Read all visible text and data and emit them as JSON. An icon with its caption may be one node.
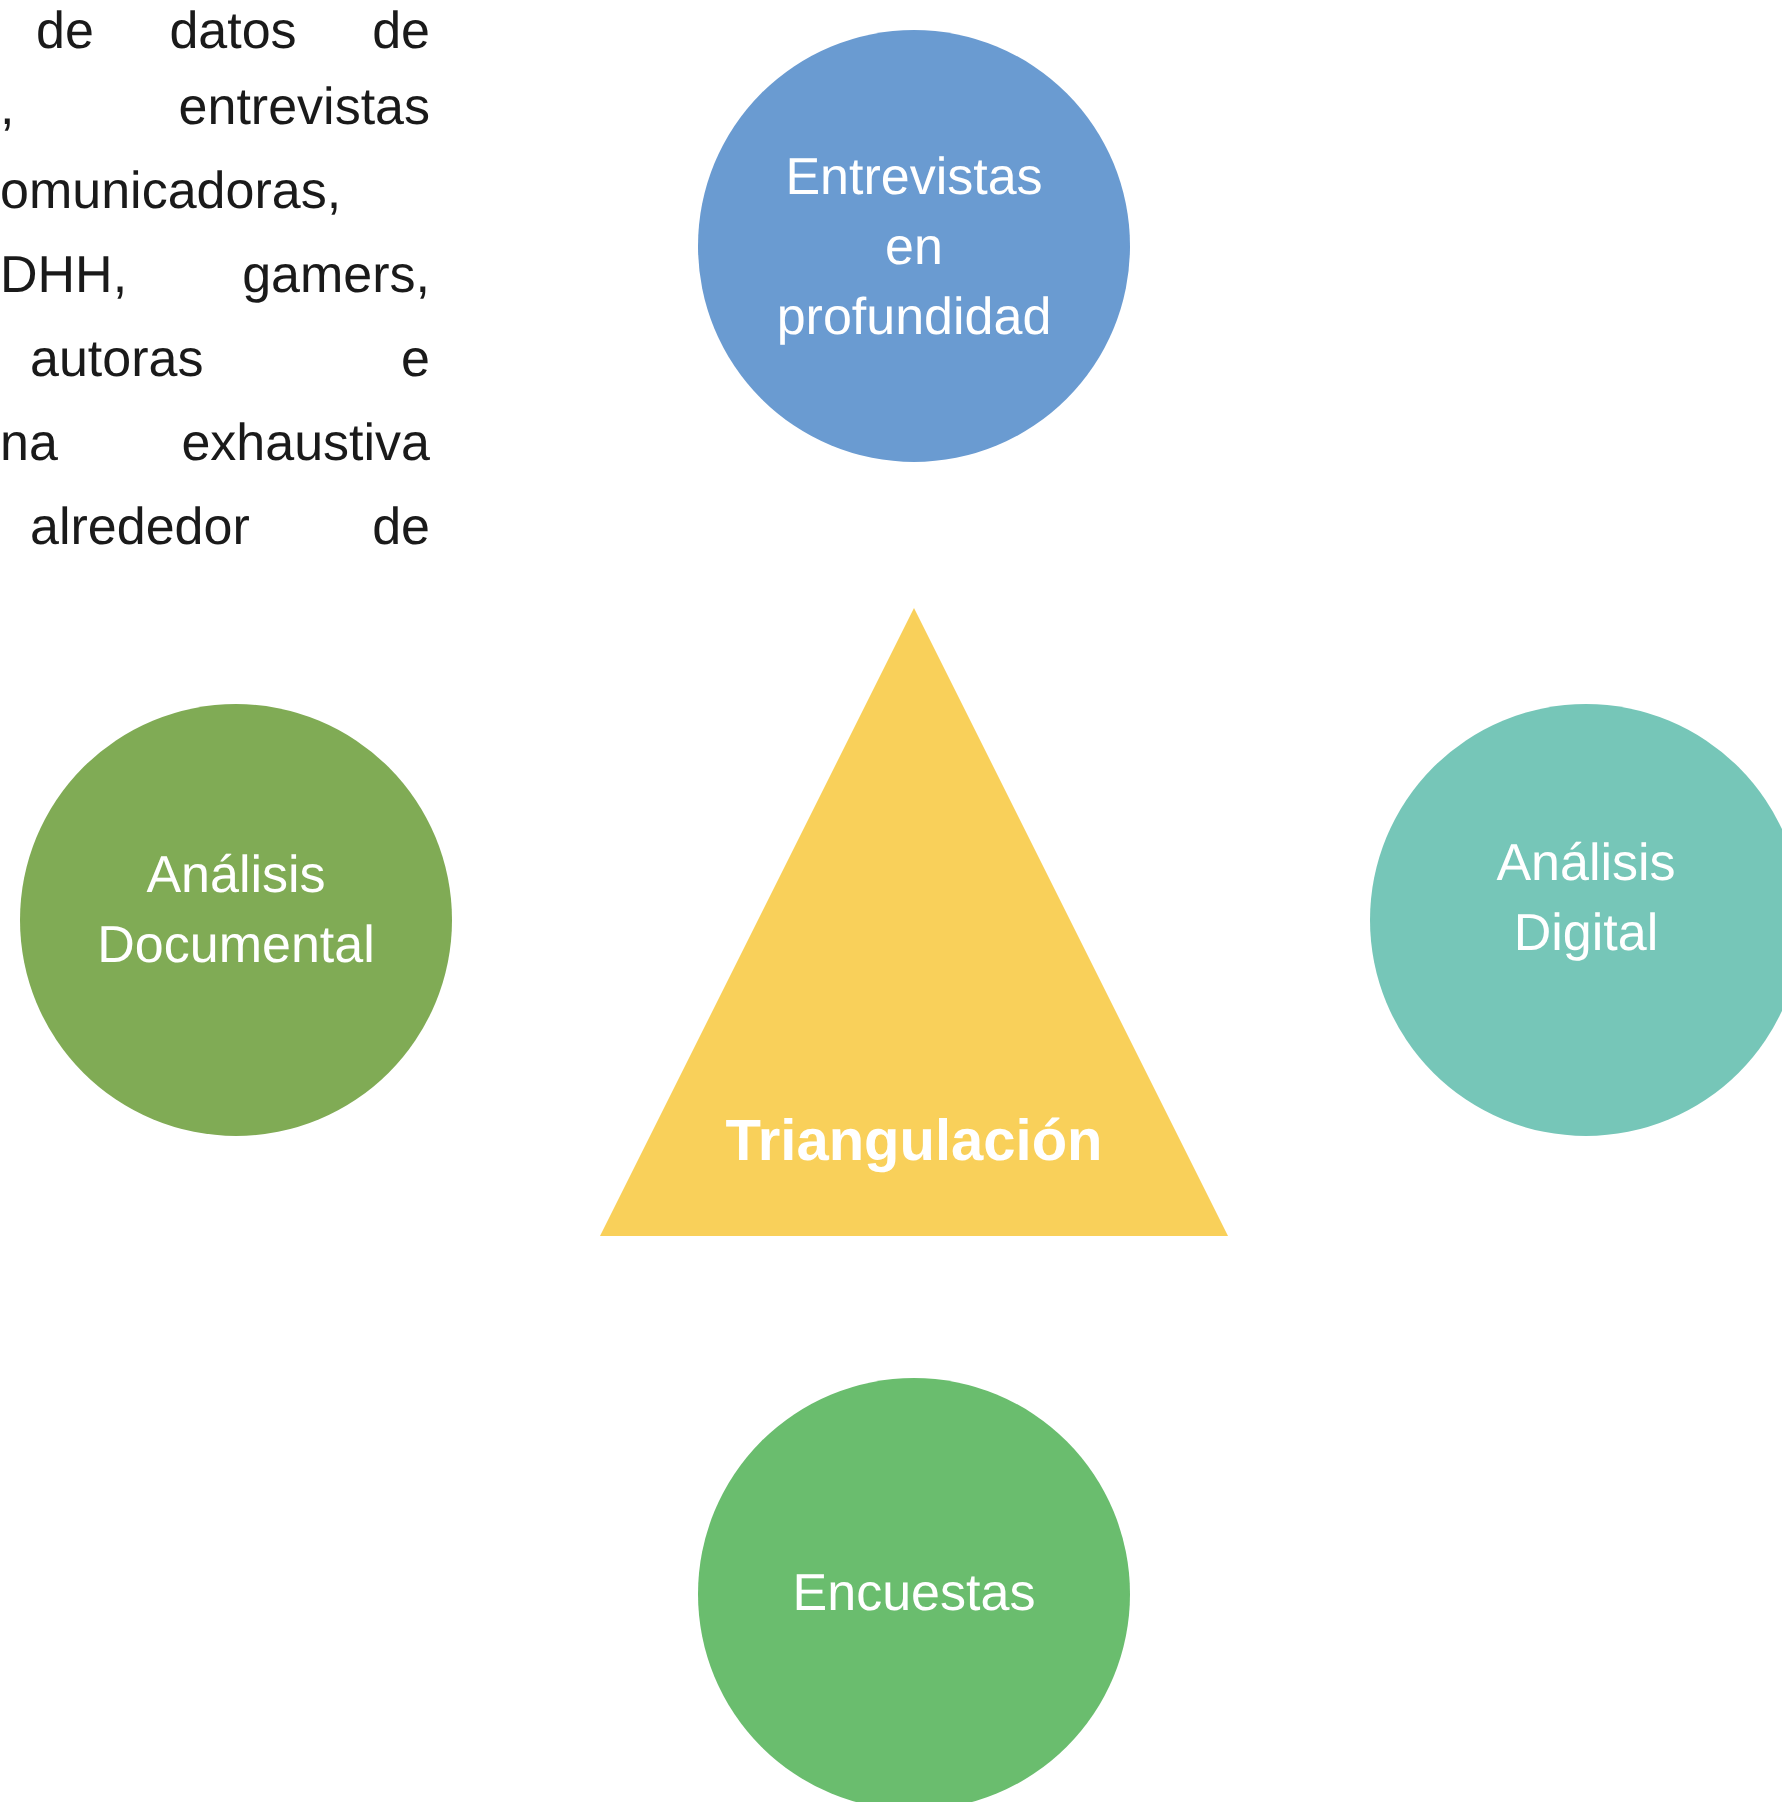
{
  "diagram": {
    "nodes": [
      {
        "text": [
          "Entrevistas en profundidad"
        ]
      },
      {
        "text": [
          "Análisis Documental"
        ]
      },
      {
        "text": [
          "Triangulación"
        ]
      },
      {
        "text": [
          "Análisis Digital"
        ]
      },
      {
        "text": [
          "Encuestas"
        ]
      }
    ],
    "labels": [
      "de datos de",
      ", entrevistas",
      "omunicadoras,",
      "DHH, gamers,",
      "autoras e",
      "na exhaustiva",
      "alrededor de"
    ]
  }
}
